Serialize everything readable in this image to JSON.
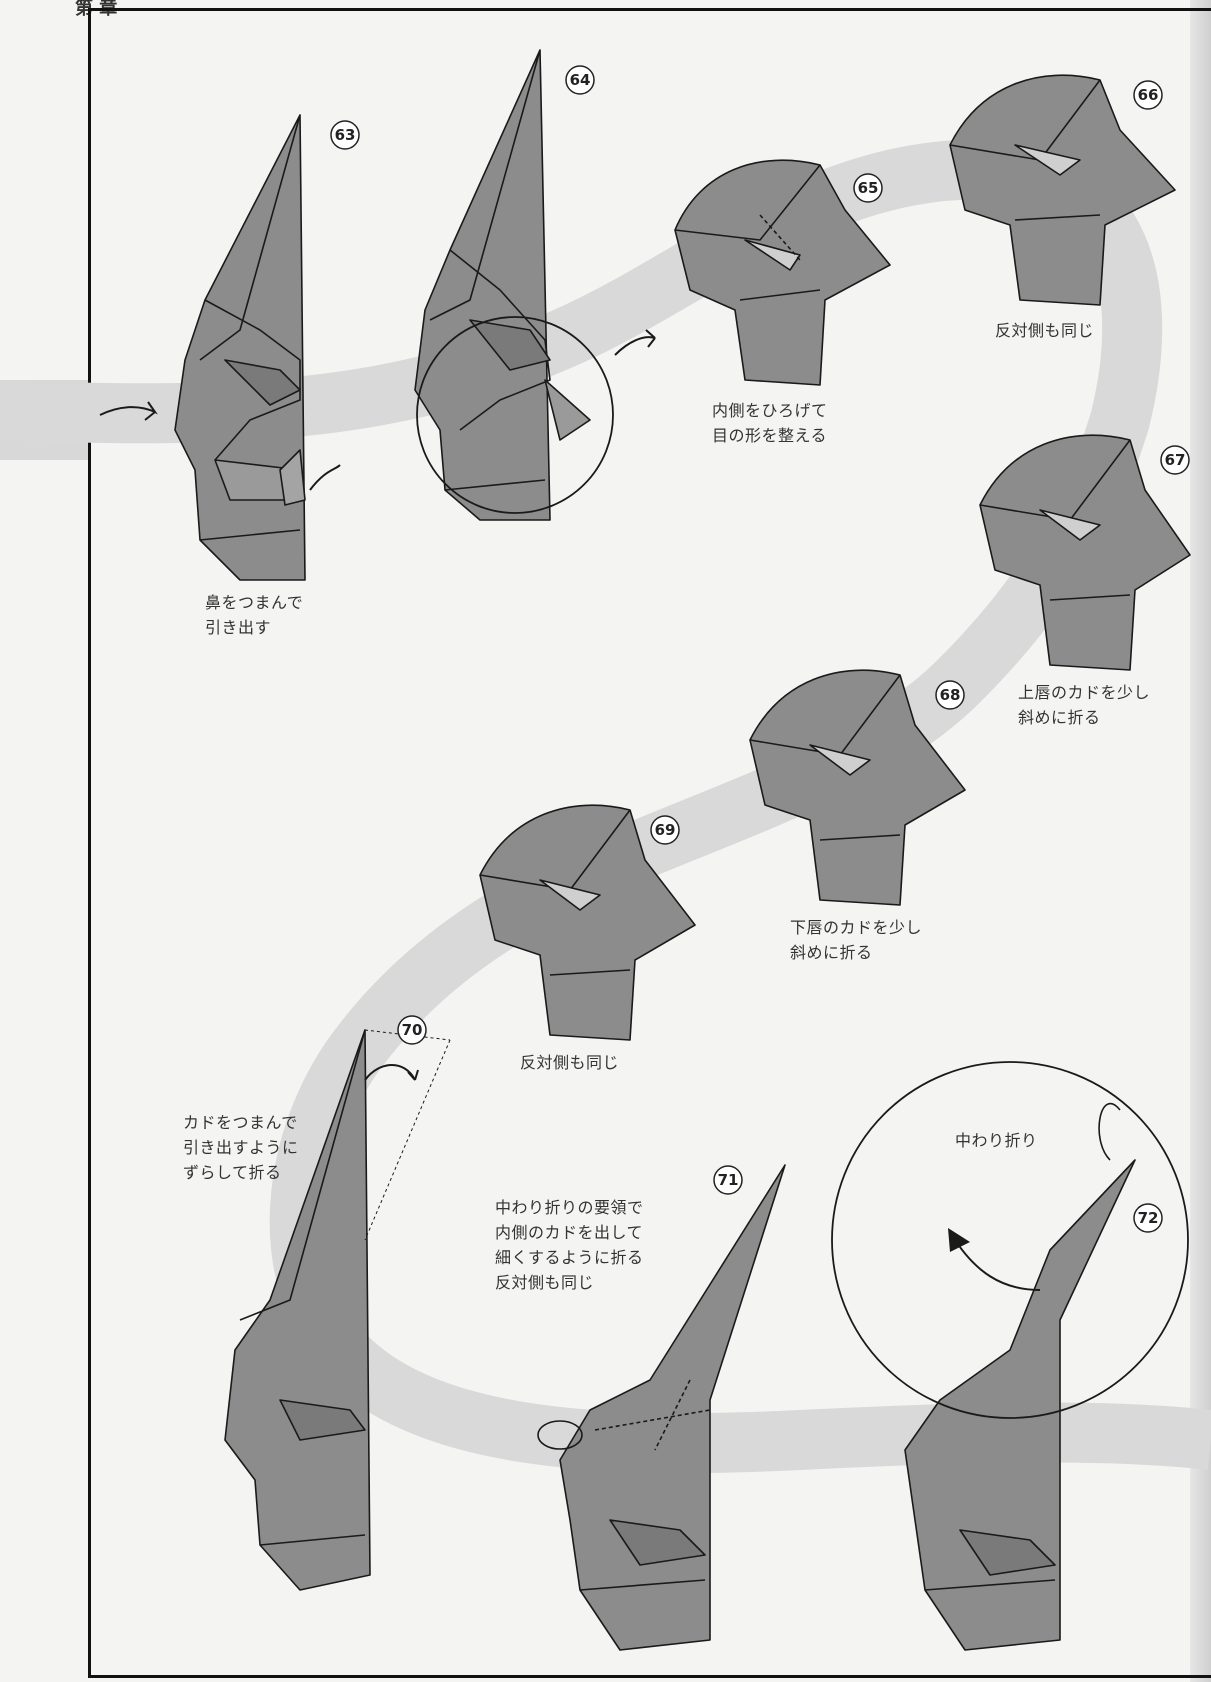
{
  "header": {
    "mark": "第 章"
  },
  "steps": [
    {
      "number": "63",
      "caption": "鼻をつまんで\n引き出す"
    },
    {
      "number": "64",
      "caption": ""
    },
    {
      "number": "65",
      "caption": "内側をひろげて\n目の形を整える"
    },
    {
      "number": "66",
      "caption": "反対側も同じ"
    },
    {
      "number": "67",
      "caption": "上唇のカドを少し\n斜めに折る"
    },
    {
      "number": "68",
      "caption": "下唇のカドを少し\n斜めに折る"
    },
    {
      "number": "69",
      "caption": "反対側も同じ"
    },
    {
      "number": "70",
      "caption": "カドをつまんで\n引き出すように\nずらして折る"
    },
    {
      "number": "71",
      "caption": "中わり折りの要領で\n内側のカドを出して\n細くするように折る\n反対側も同じ"
    },
    {
      "number": "72",
      "caption": "中わり折り"
    }
  ],
  "colors": {
    "paper": "#8c8c8c",
    "paper_dark": "#6e6e6e",
    "band": "#d6d6d6",
    "line": "#1a1a1a"
  }
}
